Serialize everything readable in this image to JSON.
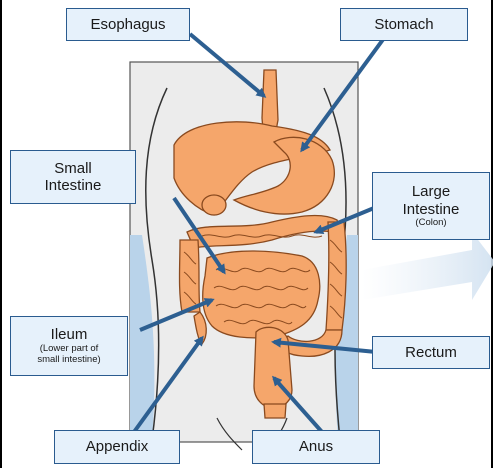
{
  "labels": {
    "esophagus": "Esophagus",
    "stomach": "Stomach",
    "small_intestine": [
      "Small",
      "Intestine"
    ],
    "large_intestine": [
      "Large",
      "Intestine"
    ],
    "large_intestine_sub": "(Colon)",
    "ileum": "Ileum",
    "ileum_sub": [
      "(Lower part of",
      "small intestine)"
    ],
    "rectum": "Rectum",
    "appendix": "Appendix",
    "anus": "Anus"
  },
  "colors": {
    "organ": "#f5a66b",
    "organ_outline": "#8a4a1f",
    "arrow": "#2d5f91",
    "label_fill": "#e6f1fb",
    "label_border": "#2a5b8f",
    "torso_panel": "#ececec",
    "side_shade": "#b9d3ea"
  }
}
